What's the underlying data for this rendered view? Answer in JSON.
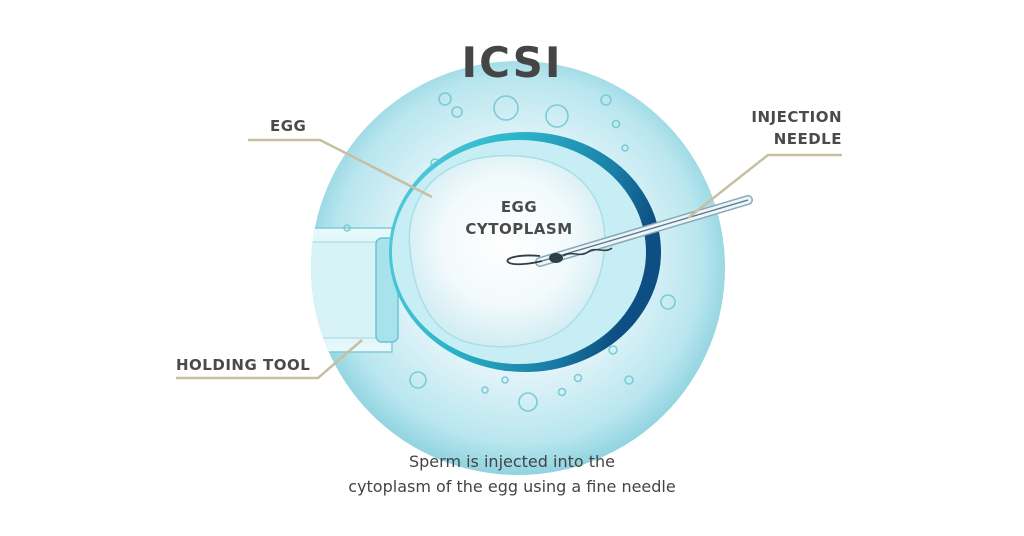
{
  "title": "ICSI",
  "labels": {
    "egg": "EGG",
    "egg_cytoplasm_line1": "EGG",
    "egg_cytoplasm_line2": "CYTOPLASM",
    "injection_needle_line1": "INJECTION",
    "injection_needle_line2": "NEEDLE",
    "holding_tool": "HOLDING TOOL"
  },
  "caption": {
    "line1": "Sperm is injected into the",
    "line2": "cytoplasm of the egg using a fine needle"
  },
  "colors": {
    "background": "#ffffff",
    "medium_light": "#e6f7fa",
    "medium_dark": "#8fd3df",
    "egg_ring": "#2bb4c9",
    "egg_ring_dark": "#0d5a8a",
    "leader_line": "#c8bfa3",
    "text": "#4a4a4a"
  }
}
